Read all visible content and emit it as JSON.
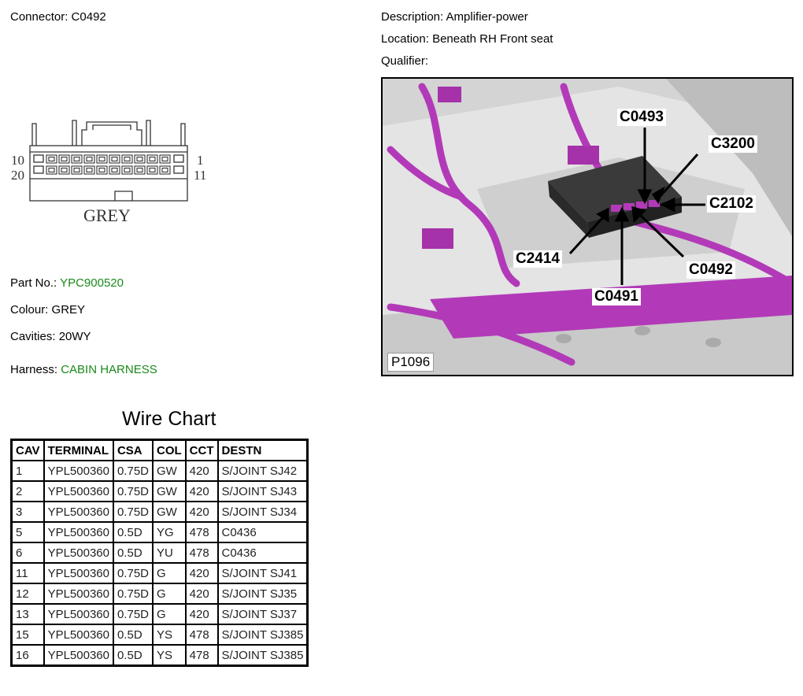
{
  "connector": {
    "label": "Connector:",
    "value": "C0492"
  },
  "description": {
    "label": "Description:",
    "value": "Amplifier-power"
  },
  "location": {
    "label": "Location:",
    "value": "Beneath RH Front seat"
  },
  "qualifier": {
    "label": "Qualifier:",
    "value": ""
  },
  "diagram": {
    "pin_10": "10",
    "pin_1": "1",
    "pin_20": "20",
    "pin_11": "11",
    "colour_text": "GREY"
  },
  "part": {
    "label": "Part No.:",
    "value": "YPC900520"
  },
  "colour": {
    "label": "Colour:",
    "value": "GREY"
  },
  "cavities": {
    "label": "Cavities:",
    "value": "20WY"
  },
  "harness": {
    "label": "Harness:",
    "value": "CABIN HARNESS"
  },
  "photo": {
    "code": "P1096",
    "callouts": [
      "C0493",
      "C3200",
      "C2102",
      "C2414",
      "C0492",
      "C0491"
    ]
  },
  "wire_chart": {
    "title": "Wire Chart",
    "headers": [
      "CAV",
      "TERMINAL",
      "CSA",
      "COL",
      "CCT",
      "DESTN"
    ],
    "rows": [
      [
        "1",
        "YPL500360",
        "0.75D",
        "GW",
        "420",
        "S/JOINT SJ42"
      ],
      [
        "2",
        "YPL500360",
        "0.75D",
        "GW",
        "420",
        "S/JOINT SJ43"
      ],
      [
        "3",
        "YPL500360",
        "0.75D",
        "GW",
        "420",
        "S/JOINT SJ34"
      ],
      [
        "5",
        "YPL500360",
        "0.5D",
        "YG",
        "478",
        "C0436"
      ],
      [
        "6",
        "YPL500360",
        "0.5D",
        "YU",
        "478",
        "C0436"
      ],
      [
        "11",
        "YPL500360",
        "0.75D",
        "G",
        "420",
        "S/JOINT SJ41"
      ],
      [
        "12",
        "YPL500360",
        "0.75D",
        "G",
        "420",
        "S/JOINT SJ35"
      ],
      [
        "13",
        "YPL500360",
        "0.75D",
        "G",
        "420",
        "S/JOINT SJ37"
      ],
      [
        "15",
        "YPL500360",
        "0.5D",
        "YS",
        "478",
        "S/JOINT SJ385"
      ],
      [
        "16",
        "YPL500360",
        "0.5D",
        "YS",
        "478",
        "S/JOINT SJ385"
      ]
    ]
  },
  "colors": {
    "accent_green": "#1a8a1a",
    "harness_magenta": "#b23ab8"
  }
}
